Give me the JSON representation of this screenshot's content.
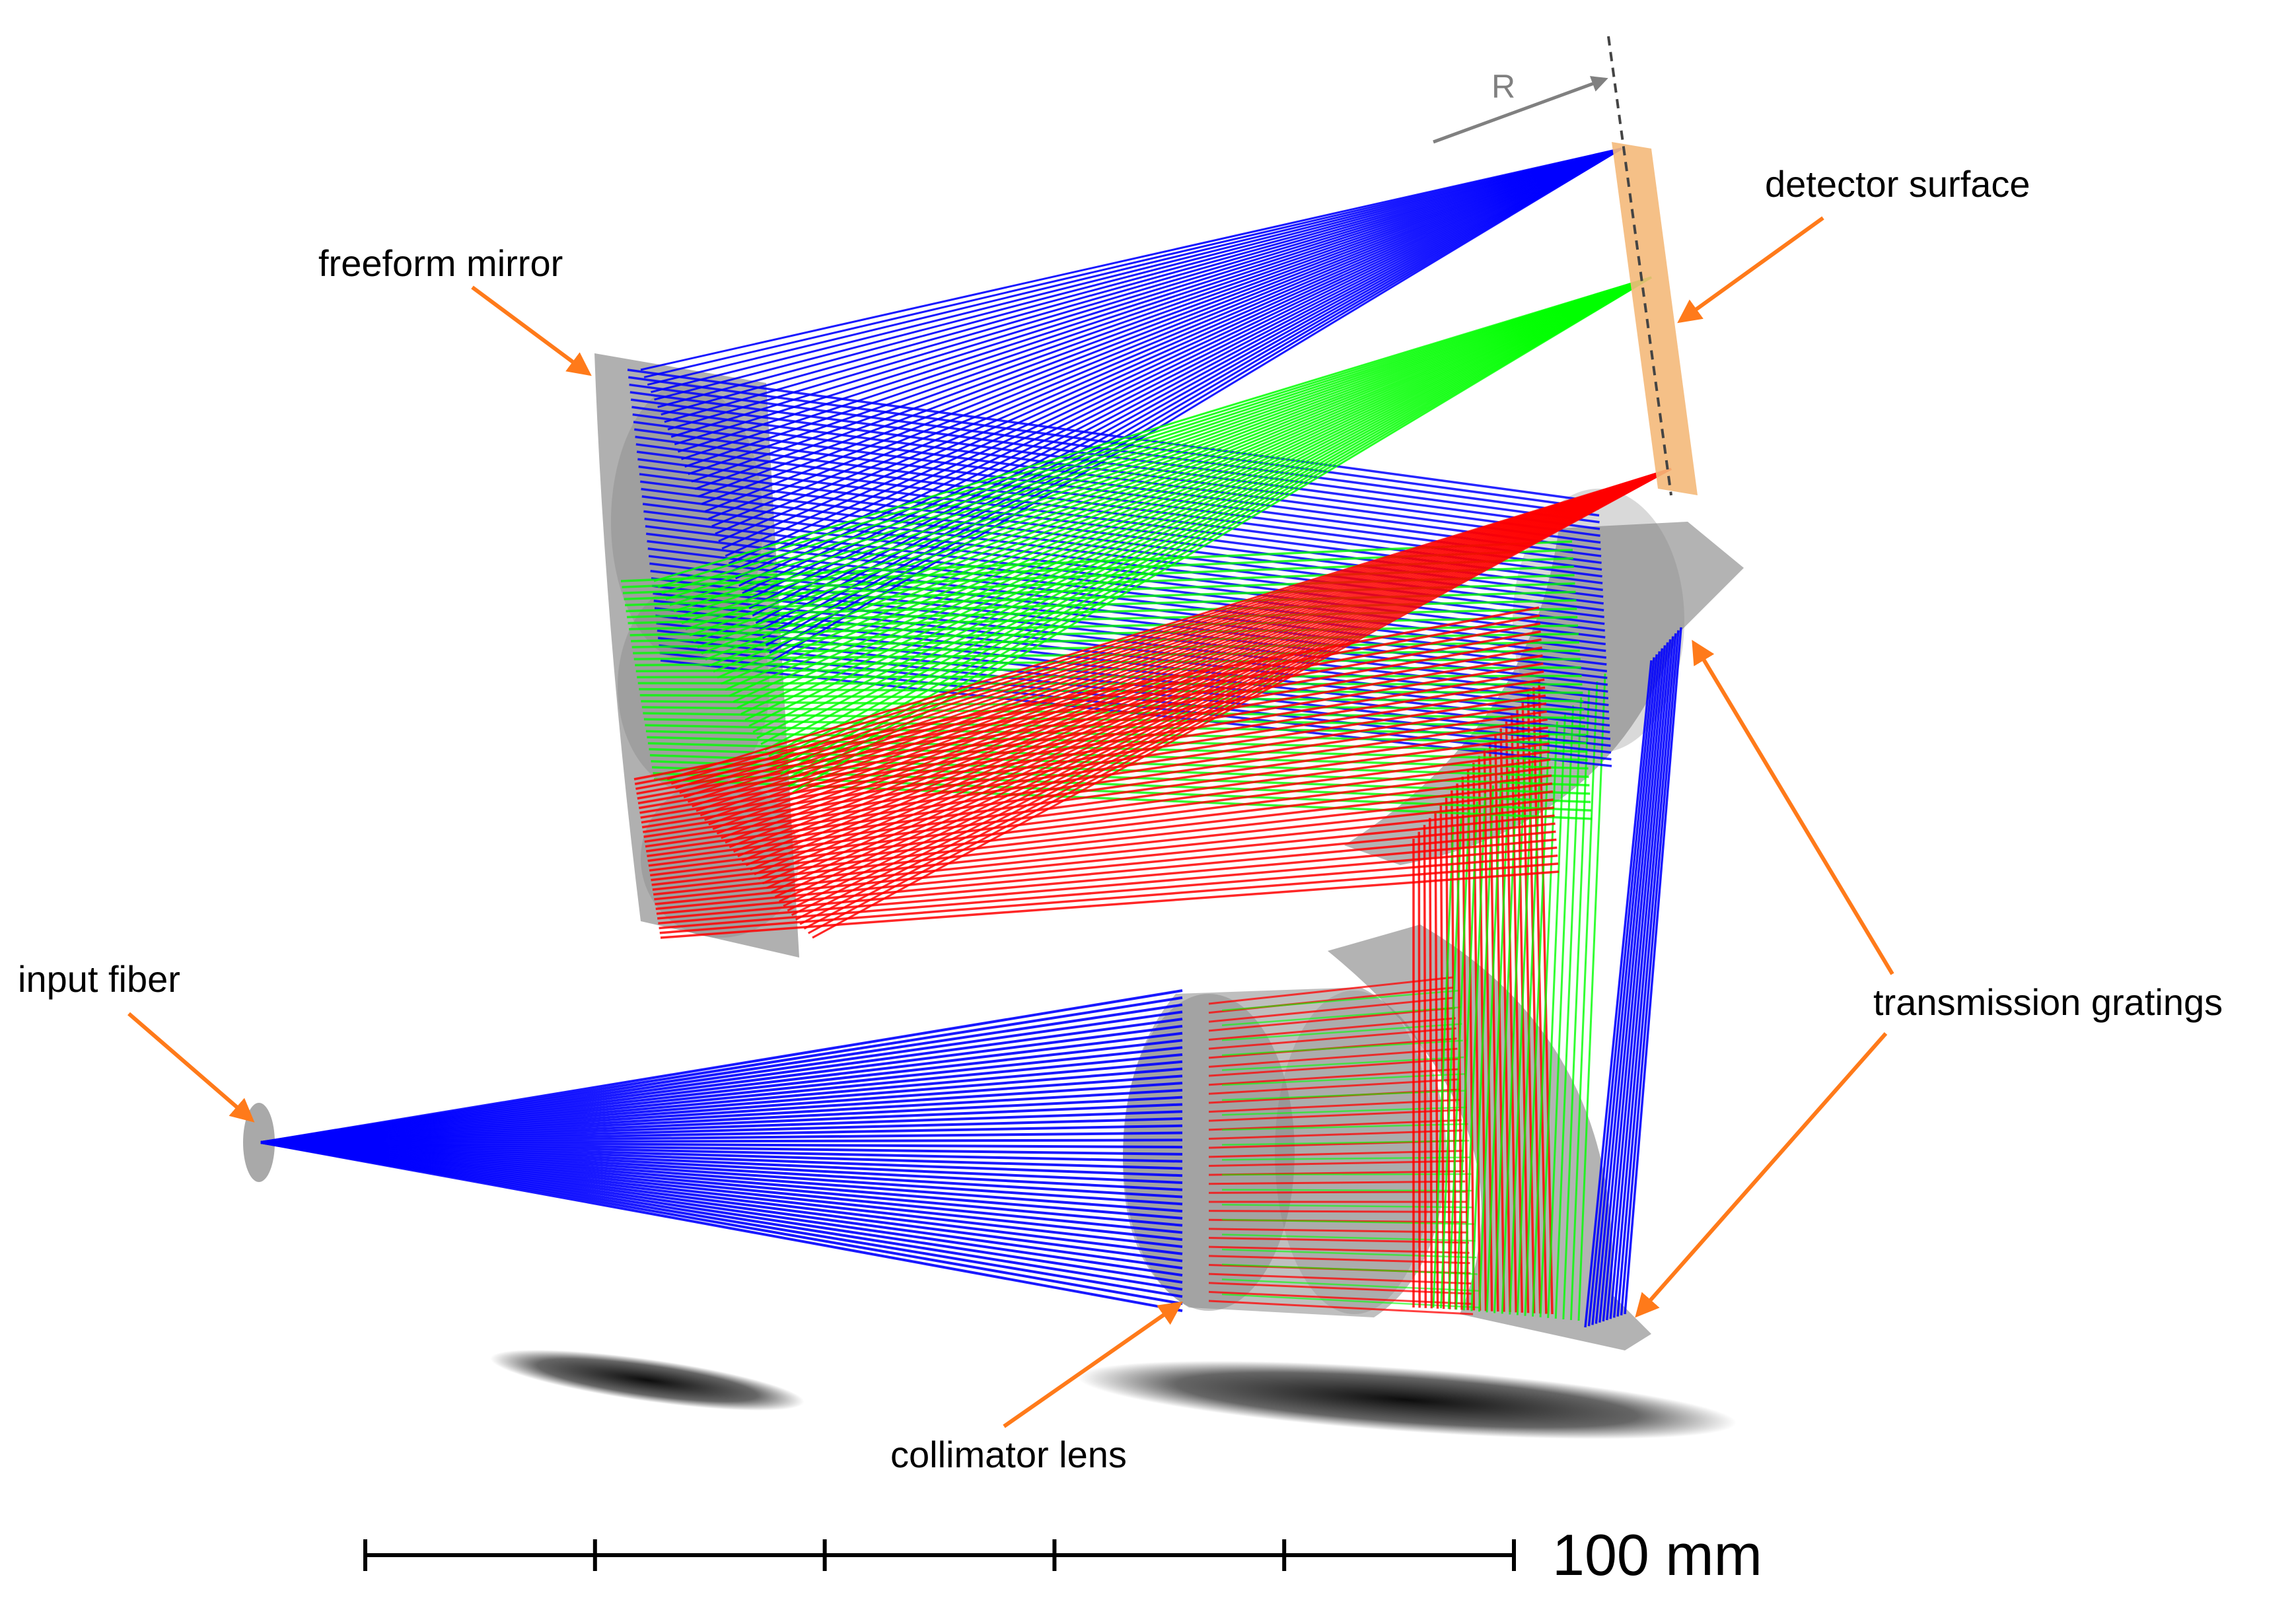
{
  "labels": {
    "freeform_mirror": "freeform mirror",
    "detector_surface": "detector surface",
    "input_fiber": "input fiber",
    "transmission_gratings": "transmission gratings",
    "collimator_lens": "collimator lens",
    "radius": "R"
  },
  "scale_bar": {
    "label": "100 mm",
    "length_mm": 100,
    "divisions": 5
  },
  "colors": {
    "ray_blue": "#0000ff",
    "ray_green": "#00ff00",
    "ray_red": "#ff0000",
    "optics_gray": "#808080",
    "detector": "#f4b97a",
    "annotation_arrow": "#ff7a1a",
    "radius_indicator": "#808080",
    "text": "#000000"
  }
}
